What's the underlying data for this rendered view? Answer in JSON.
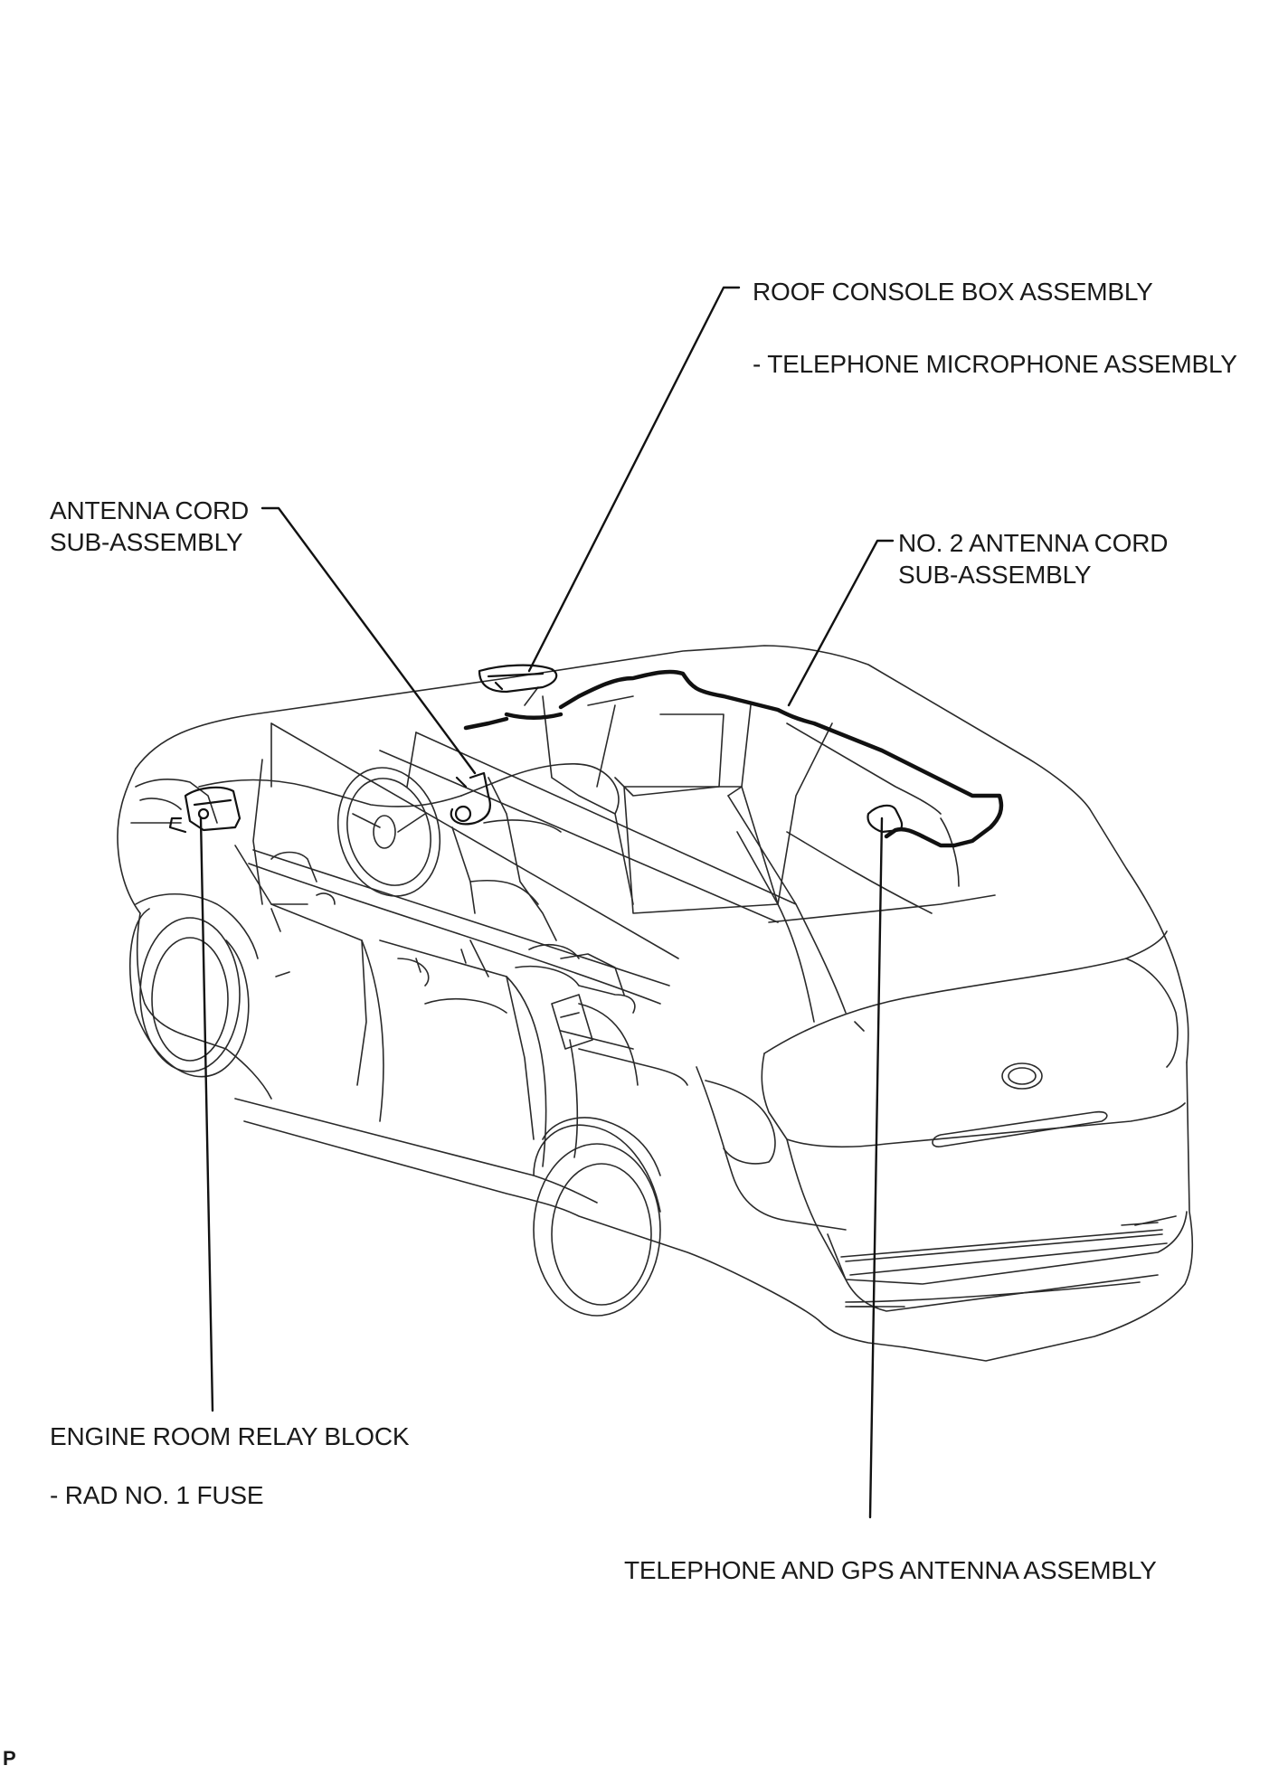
{
  "callouts": {
    "roof_console": "ROOF CONSOLE BOX ASSEMBLY",
    "roof_console_sub": "- TELEPHONE MICROPHONE ASSEMBLY",
    "antenna_cord_1": "ANTENNA CORD",
    "antenna_cord_2": "SUB-ASSEMBLY",
    "no2_antenna_cord_1": "NO. 2 ANTENNA CORD",
    "no2_antenna_cord_2": "SUB-ASSEMBLY",
    "engine_room": "ENGINE ROOM RELAY BLOCK",
    "engine_room_sub": "- RAD NO. 1 FUSE",
    "telephone_gps": "TELEPHONE AND GPS ANTENNA ASSEMBLY"
  },
  "corner_mark": "P"
}
